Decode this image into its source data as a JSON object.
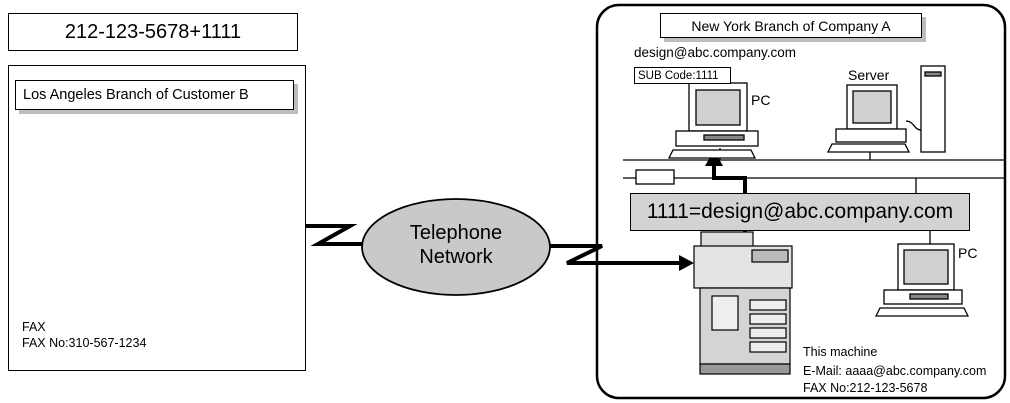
{
  "dialed_number": "212-123-5678+1111",
  "los_angeles": {
    "branch_label": "Los Angeles Branch of Customer B",
    "fax_label": "FAX",
    "fax_number": "FAX No:310-567-1234"
  },
  "network": {
    "line1": "Telephone",
    "line2": "Network"
  },
  "new_york": {
    "branch_label": "New York Branch of Company A",
    "email_address": "design@abc.company.com",
    "sub_code": "SUB Code:1111",
    "pc_label_top": "PC",
    "server_label": "Server",
    "pc_label_right": "PC",
    "routing_rule": "1111=design@abc.company.com",
    "machine_label": "This machine",
    "machine_email": "E-Mail:  aaaa@abc.company.com",
    "machine_fax": "FAX No:212-123-5678"
  }
}
